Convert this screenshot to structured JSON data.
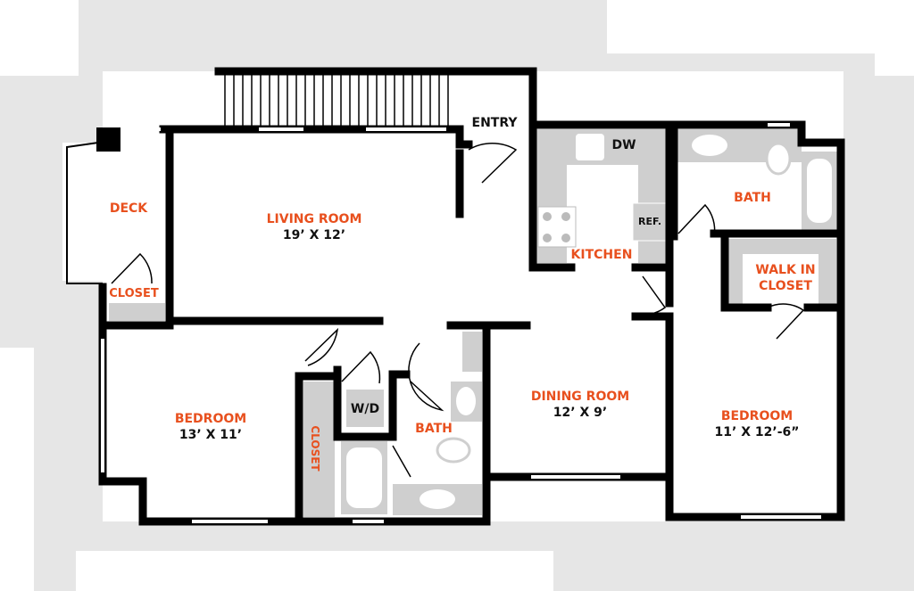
{
  "colors": {
    "label": "#e8501e",
    "wall": "#000000",
    "site": "#e6e6e6",
    "fixture": "#cfcfcf"
  },
  "rooms": {
    "deck": {
      "name": "DECK"
    },
    "deck_closet": {
      "name": "CLOSET"
    },
    "living": {
      "name": "LIVING ROOM",
      "size": "19’ X 12’"
    },
    "entry": {
      "name": "ENTRY"
    },
    "kitchen": {
      "name": "KITCHEN",
      "dw": "DW",
      "ref": "REF."
    },
    "bath1": {
      "name": "BATH"
    },
    "walkin": {
      "name": "WALK IN",
      "name2": "CLOSET"
    },
    "bedroom1": {
      "name": "BEDROOM",
      "size": "13’ X 11’"
    },
    "wd": {
      "name": "W/D"
    },
    "closet2": {
      "name": "CLOSET"
    },
    "bath2": {
      "name": "BATH"
    },
    "dining": {
      "name": "DINING ROOM",
      "size": "12’ X 9’"
    },
    "bedroom2": {
      "name": "BEDROOM",
      "size": "11’ X 12’-6”"
    }
  }
}
